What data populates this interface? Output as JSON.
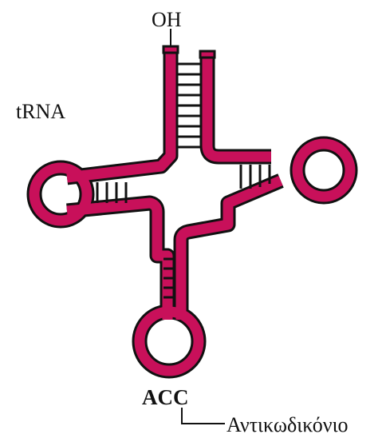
{
  "diagram": {
    "title": "tRNA",
    "end_label": "OH",
    "anticodon": "ACC",
    "anticodon_label": "Αντικωδικόνιο"
  },
  "colors": {
    "strand_fill": "#c8105a",
    "strand_outline": "#111111",
    "base_pair": "#111111",
    "text": "#111111",
    "background": "#ffffff"
  }
}
